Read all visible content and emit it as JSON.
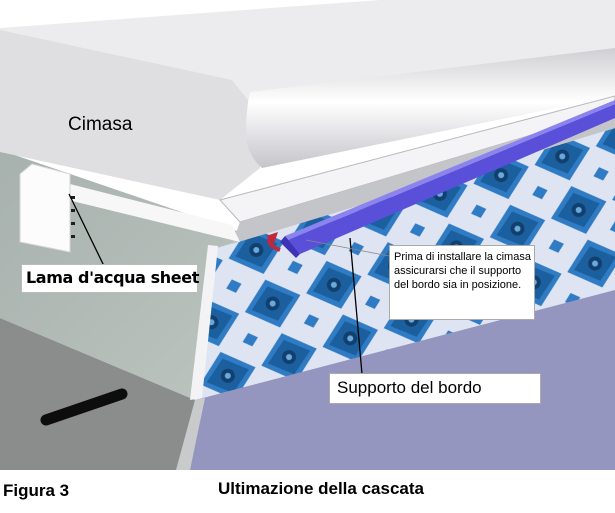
{
  "labels": {
    "cimasa": "Cimasa",
    "lama": "Lama d'acqua sheet",
    "note": "Prima di installare la cimasa assicurarsi che il supporto del bordo sia in posizione.",
    "supporto": "Supporto del bordo"
  },
  "footer": {
    "figure": "Figura 3",
    "caption": "Ultimazione della cascata"
  },
  "colors": {
    "coping": "#e4e4e6",
    "pool_wall": "#9496bf",
    "tile_blue": "#2f7cc4",
    "tile_grout": "#dfe4f2",
    "bead_receiver": "#5a4fd8",
    "arrow": "#c0283b",
    "concrete": "#8a8d8c",
    "stone": "#b2bbb6"
  }
}
